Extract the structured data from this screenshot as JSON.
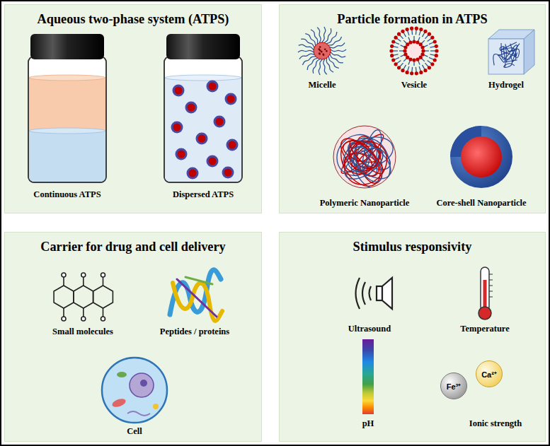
{
  "diagram": {
    "nodes": [
      {
        "text": [
          "Aqueous two-phase system (ATPS)"
        ]
      },
      {
        "text": [
          "Particle formation in ATPS"
        ]
      },
      {
        "text": [
          "Carrier for drug and cell delivery"
        ]
      },
      {
        "text": [
          "Stimulus responsivity"
        ]
      },
      {
        "text": [
          "Fe³⁺"
        ],
        "in": 3
      },
      {
        "text": [
          "Ca²⁺"
        ],
        "in": 3
      }
    ],
    "edges": [
      {
        "from": 0,
        "to": 1,
        "arrow": "to"
      },
      {
        "from": 1,
        "to": 3,
        "arrow": "to"
      },
      {
        "from": 3,
        "to": 2,
        "arrow": "to"
      }
    ],
    "labels": [
      "Continuous ATPS",
      "Dispersed ATPS",
      "Micelle",
      "Vesicle",
      "Hydrogel",
      "Polymeric Nanoparticle",
      "Core-shell Nanoparticle",
      "Ultrasound",
      "Temperature",
      "pH",
      "Ionic strength",
      "Small molecules",
      "Peptides / proteins",
      "Cell"
    ]
  }
}
